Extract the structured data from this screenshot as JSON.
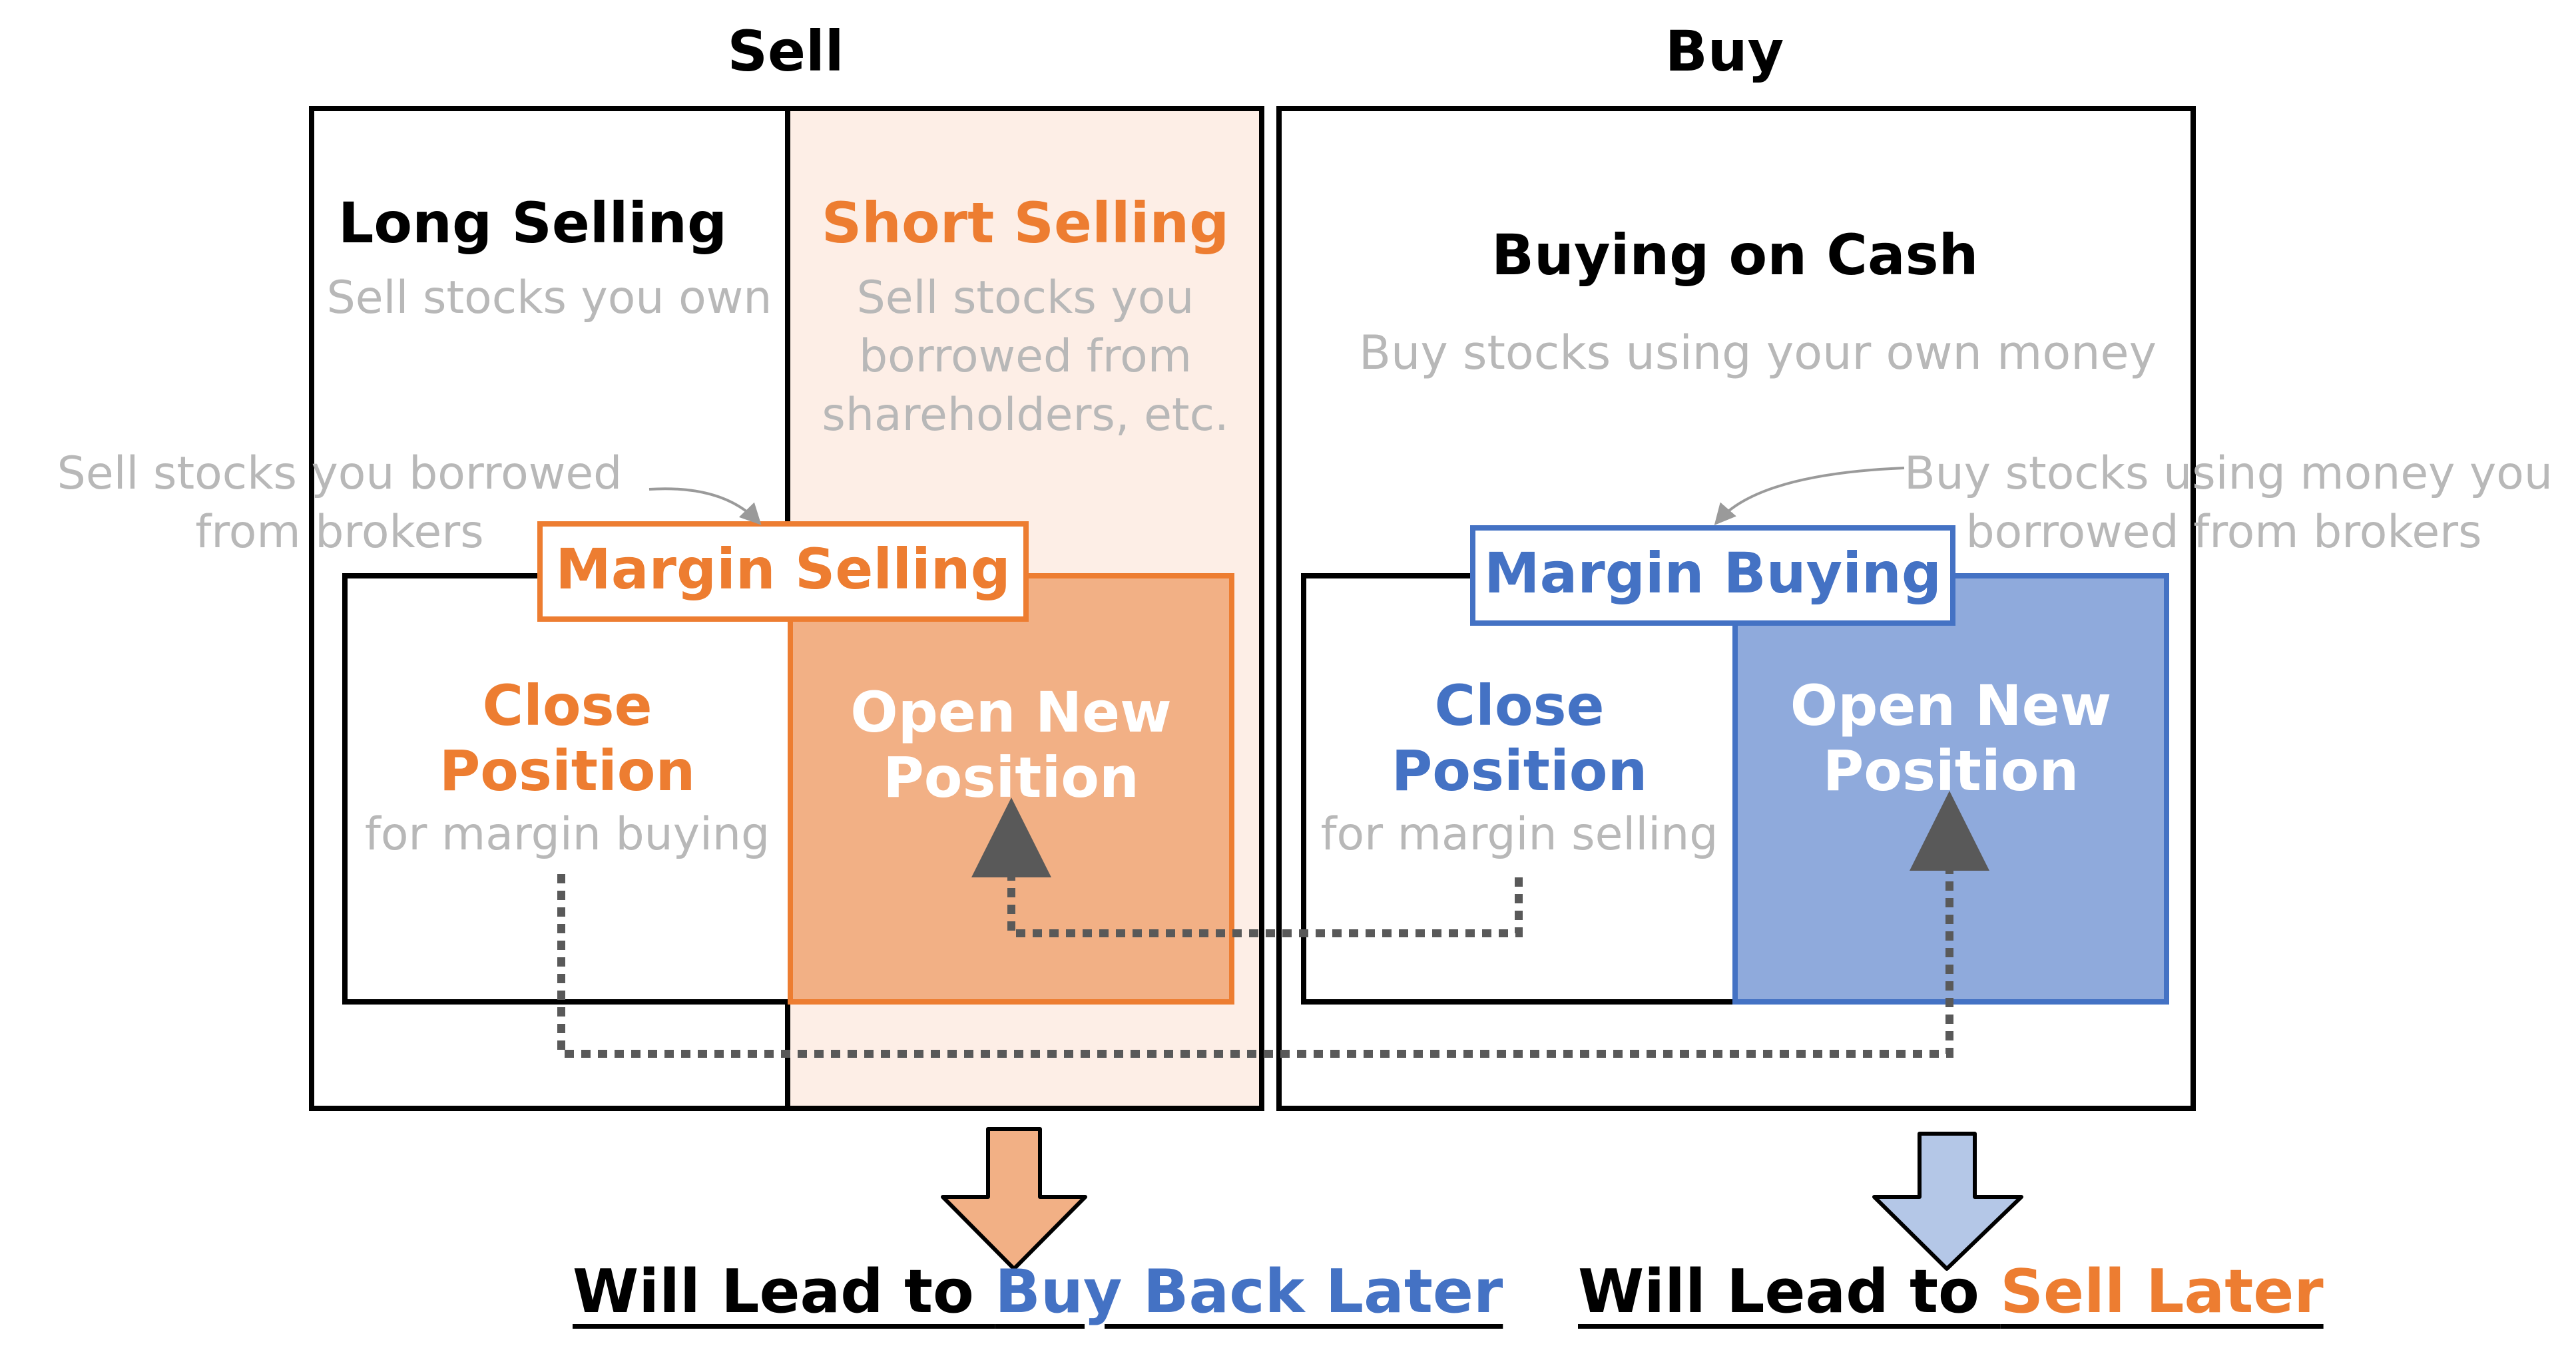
{
  "colors": {
    "orange": "#ED7D31",
    "orange_fill": "#F2B085",
    "orange_pale": "#FDEEE6",
    "blue": "#4472C4",
    "blue_fill": "#8FAADC",
    "blue_light": "#B4C7E7",
    "grey_text": "#B8B8B8",
    "dotted": "#595959"
  },
  "sell": {
    "heading": "Sell",
    "long_selling": {
      "title": "Long Selling",
      "desc": "Sell stocks you own"
    },
    "short_selling": {
      "title": "Short Selling",
      "desc_lines": [
        "Sell stocks you",
        "borrowed from",
        "shareholders, etc."
      ]
    },
    "margin_selling": {
      "label": "Margin Selling",
      "annotation_lines": [
        "Sell stocks you borrowed",
        "from brokers"
      ]
    },
    "close_position": {
      "lines": [
        "Close",
        "Position"
      ],
      "note": "for margin buying"
    },
    "open_position": {
      "lines": [
        "Open New",
        "Position"
      ]
    },
    "result": {
      "prefix": "Will Lead to ",
      "highlight": "Buy Back Later"
    }
  },
  "buy": {
    "heading": "Buy",
    "buying_on_cash": {
      "title": "Buying on Cash",
      "desc": "Buy stocks using your own money"
    },
    "margin_buying": {
      "label": "Margin Buying",
      "annotation_lines": [
        "Buy stocks using money you",
        "borrowed from brokers"
      ]
    },
    "close_position": {
      "lines": [
        "Close",
        "Position"
      ],
      "note": "for margin selling"
    },
    "open_position": {
      "lines": [
        "Open New",
        "Position"
      ]
    },
    "result": {
      "prefix": "Will Lead to ",
      "highlight": "Sell Later"
    }
  }
}
